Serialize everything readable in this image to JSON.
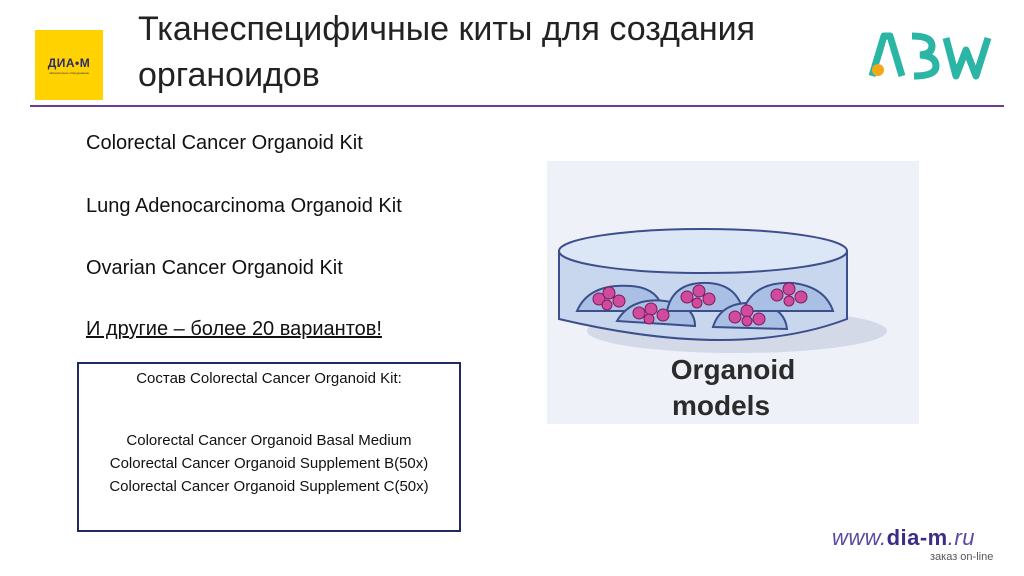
{
  "header": {
    "title": "Тканеспецифичные киты для создания органоидов",
    "left_logo": {
      "brand": "ДИА•М",
      "sub": "лабораторное оборудование"
    },
    "right_logo_icon": "abw-logo"
  },
  "kits": [
    "Colorectal Cancer Organoid Kit",
    "Lung Adenocarcinoma Organoid Kit",
    "Ovarian Cancer Organoid Kit",
    "И другие – более 20 вариантов!"
  ],
  "composition": {
    "heading": "Состав Colorectal Cancer Organoid Kit:",
    "items": [
      "Colorectal Cancer Organoid Basal Medium",
      "Colorectal Cancer Organoid Supplement B(50x)",
      "Colorectal Cancer Organoid Supplement C(50x)"
    ]
  },
  "figure": {
    "caption_line1": "Organoid",
    "caption_line2": "models"
  },
  "footer": {
    "site_prefix": "www.",
    "site_domain": "dia-m",
    "site_suffix": ".ru",
    "tagline": "заказ on-line"
  },
  "colors": {
    "accent": "#6a3d9a",
    "logo_yellow": "#ffd200",
    "box_border": "#1f2a5e"
  }
}
